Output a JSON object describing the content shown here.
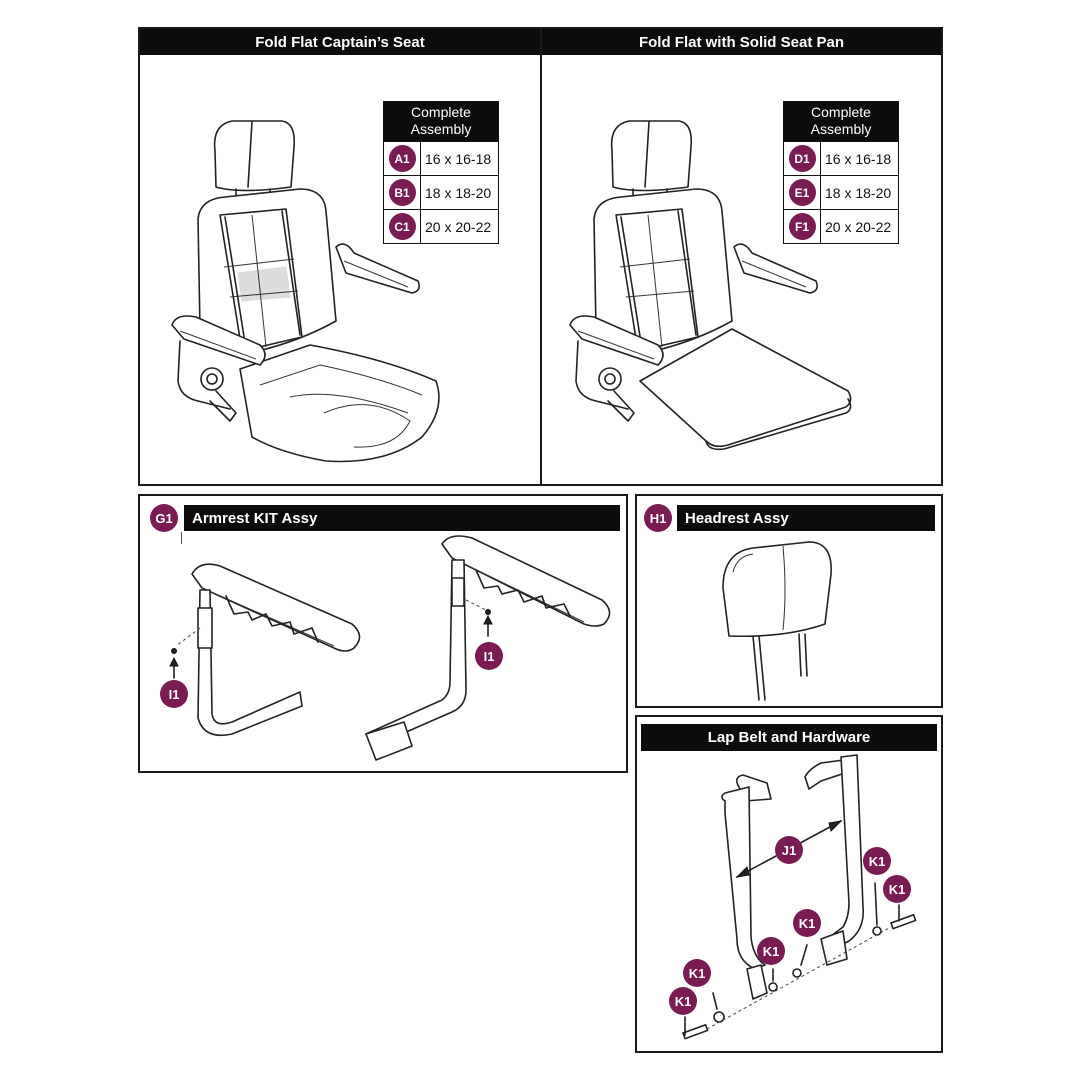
{
  "panels": {
    "captains_seat": {
      "title": "Fold Flat Captain’s Seat"
    },
    "solid_seat_pan": {
      "title": "Fold Flat with Solid Seat Pan"
    },
    "armrest": {
      "badge": "G1",
      "title": "Armrest KIT Assy"
    },
    "headrest": {
      "badge": "H1",
      "title": "Headrest Assy"
    },
    "lap_belt": {
      "title": "Lap Belt and Hardware"
    }
  },
  "captains_table": {
    "header": "Complete Assembly",
    "rows": [
      {
        "badge": "A1",
        "size": "16 x 16-18"
      },
      {
        "badge": "B1",
        "size": "18 x 18-20"
      },
      {
        "badge": "C1",
        "size": "20 x 20-22"
      }
    ]
  },
  "seat_pan_table": {
    "header": "Complete Assembly",
    "rows": [
      {
        "badge": "D1",
        "size": "16 x 16-18"
      },
      {
        "badge": "E1",
        "size": "18 x 18-20"
      },
      {
        "badge": "F1",
        "size": "20 x 20-22"
      }
    ]
  },
  "callouts": {
    "i1_left": "I1",
    "i1_right": "I1",
    "j1": "J1",
    "k1_a": "K1",
    "k1_b": "K1",
    "k1_c": "K1",
    "k1_d": "K1",
    "k1_e": "K1",
    "k1_f": "K1"
  },
  "colors": {
    "badge": "#7a1b54",
    "header_bg": "#0c0c0c",
    "line": "#222222"
  }
}
